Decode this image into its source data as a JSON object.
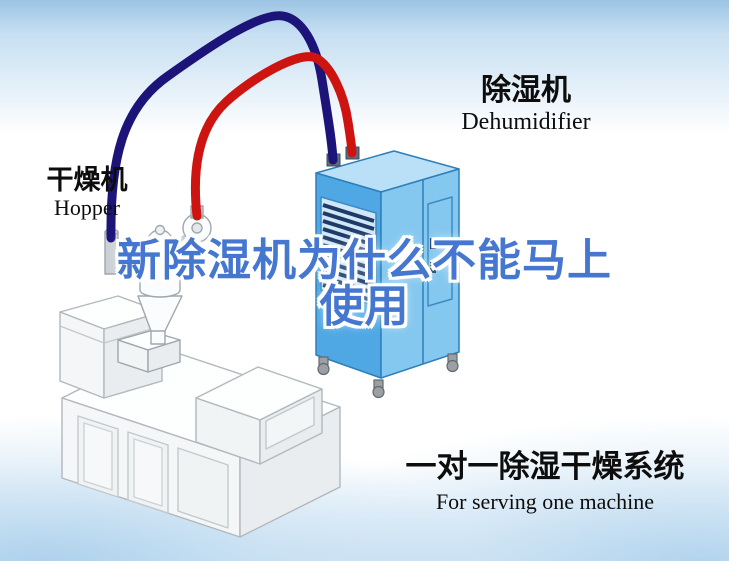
{
  "title": {
    "line1": "新除湿机为什么不能马上",
    "line2": "使用"
  },
  "hopper_label": {
    "zh": "干燥机",
    "en": "Hopper"
  },
  "dehumidifier_label": {
    "zh": "除湿机",
    "en": "Dehumidifier"
  },
  "system_label": {
    "zh": "一对一除湿干燥系统",
    "en": "For serving one machine"
  },
  "colors": {
    "title_blue": "#4577d0",
    "hose_red": "#cd1411",
    "hose_navy": "#1c1478",
    "dehumidifier_front": "#4fa8e4",
    "dehumidifier_side": "#85c8ef",
    "dehumidifier_top": "#b9e0f6"
  }
}
